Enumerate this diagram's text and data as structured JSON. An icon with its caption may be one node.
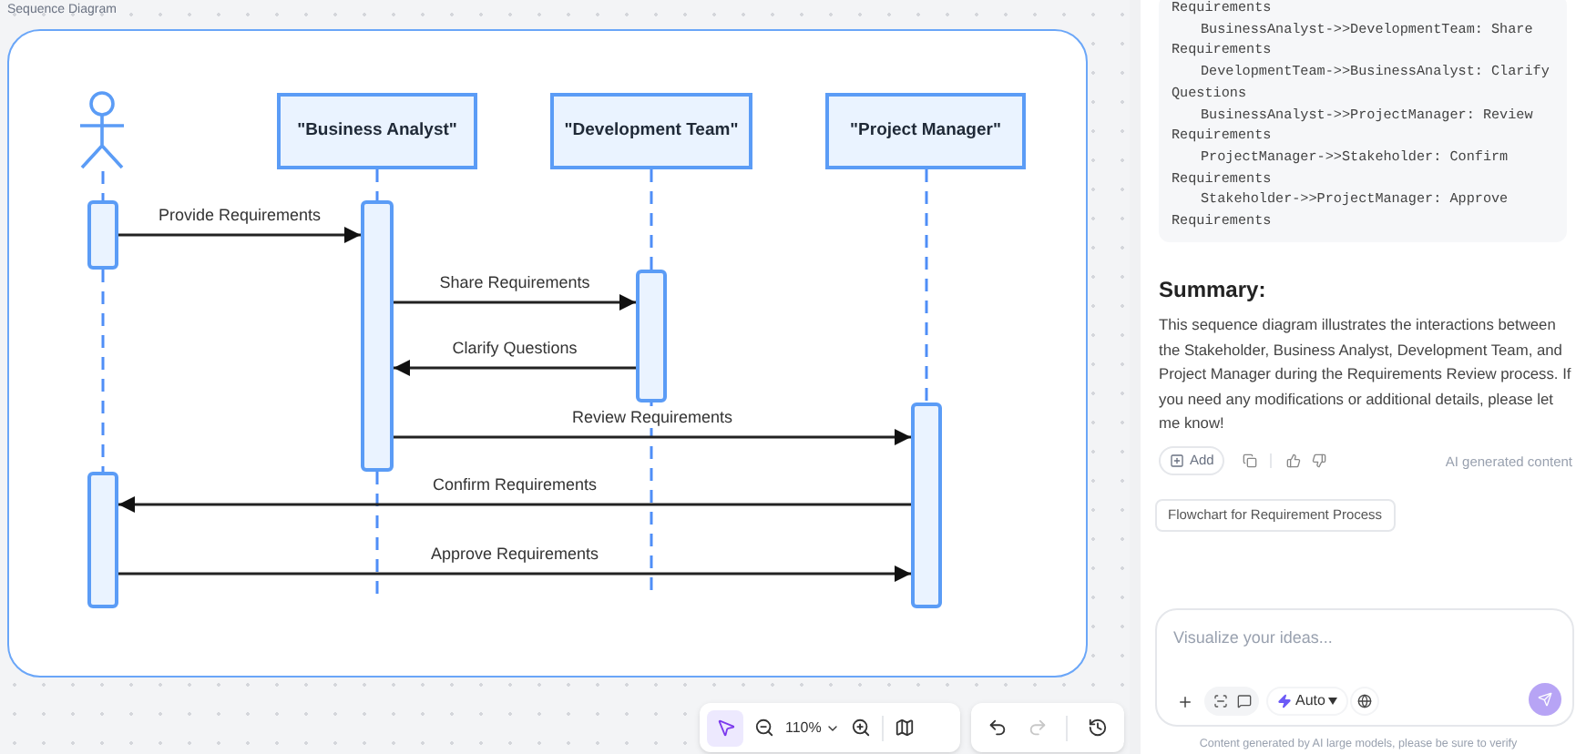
{
  "diagram": {
    "title": "Sequence Diagram",
    "nodes": [
      {
        "text": [],
        "shape": "person"
      },
      {
        "text": [
          "\"Business Analyst\""
        ]
      },
      {
        "text": [
          "\"Development Team\""
        ]
      },
      {
        "text": [
          "\"Project Manager\""
        ]
      },
      {
        "text": [],
        "shape": "bar"
      },
      {
        "text": [],
        "shape": "bar"
      },
      {
        "text": [],
        "shape": "bar"
      },
      {
        "text": [],
        "shape": "bar"
      },
      {
        "text": [],
        "shape": "bar"
      }
    ],
    "edges": [
      {
        "from": 0,
        "to": 4,
        "arrow": "none",
        "style": "dashed",
        "color": "#4f8ef7"
      },
      {
        "from": 4,
        "to": 8,
        "arrow": "none",
        "style": "dashed",
        "color": "#4f8ef7"
      },
      {
        "from": 1,
        "to": 5,
        "arrow": "none",
        "style": "dashed",
        "color": "#4f8ef7"
      },
      {
        "from": 5,
        "to": null,
        "arrow": "none",
        "style": "dashed",
        "color": "#4f8ef7"
      },
      {
        "from": 2,
        "to": 6,
        "arrow": "none",
        "style": "dashed",
        "color": "#4f8ef7"
      },
      {
        "from": 6,
        "to": null,
        "arrow": "none",
        "style": "dashed",
        "color": "#4f8ef7"
      },
      {
        "from": 3,
        "to": 7,
        "arrow": "none",
        "style": "dashed",
        "color": "#4f8ef7"
      },
      {
        "from": 4,
        "to": 5,
        "arrow": "to",
        "label": "Provide Requirements",
        "color": "#222222"
      },
      {
        "from": 5,
        "to": 6,
        "arrow": "to",
        "label": "Share Requirements",
        "color": "#222222"
      },
      {
        "from": 6,
        "to": 5,
        "arrow": "to",
        "label": "Clarify Questions",
        "color": "#222222"
      },
      {
        "from": 5,
        "to": 7,
        "arrow": "to",
        "label": "Review Requirements",
        "color": "#222222"
      },
      {
        "from": 7,
        "to": 8,
        "arrow": "to",
        "label": "Confirm Requirements",
        "color": "#222222"
      },
      {
        "from": 8,
        "to": 7,
        "arrow": "to",
        "label": "Approve Requirements",
        "color": "#222222"
      }
    ],
    "labels": [
      "Requirements",
      "BusinessAnalyst->>DevelopmentTeam: Share Requirements",
      "DevelopmentTeam->>BusinessAnalyst: Clarify Questions",
      "BusinessAnalyst->>ProjectManager: Review Requirements",
      "ProjectManager->>Stakeholder: Confirm Requirements",
      "Stakeholder->>ProjectManager: Approve Requirements",
      "Summary:",
      "This sequence diagram illustrates the interactions between the Stakeholder, Business Analyst, Development Team, and Project Manager during the Requirements Review process. If you need any modifications or additional details, please let me know!",
      "Add",
      "AI generated content",
      "Flowchart for Requirement Process",
      "Visualize your ideas...",
      "Auto",
      "Content generated by AI large models, please be sure to verify",
      "110%"
    ]
  }
}
